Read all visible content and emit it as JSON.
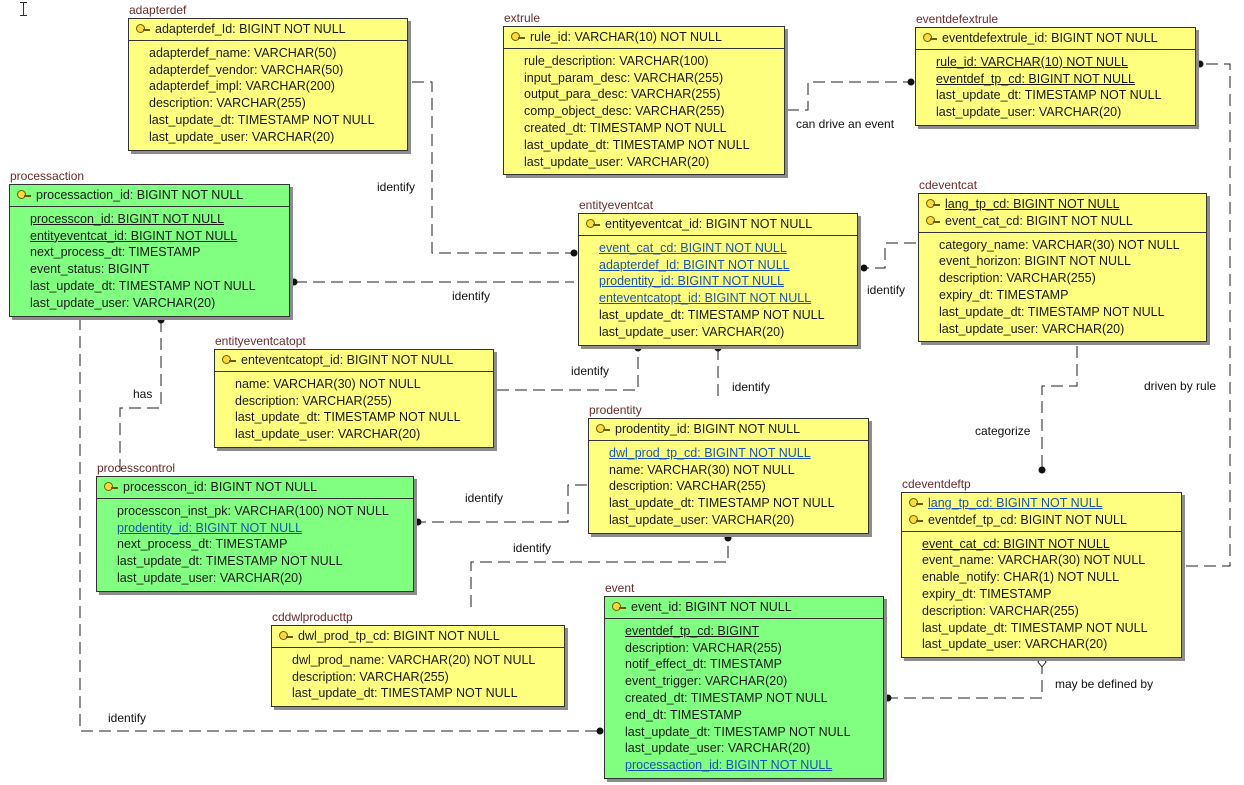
{
  "entities": {
    "adapterdef": {
      "name": "adapterdef",
      "pk": [
        "adapterdef_Id: BIGINT NOT NULL"
      ],
      "attrs": [
        {
          "text": "adapterdef_name: VARCHAR(50)"
        },
        {
          "text": "adapterdef_vendor: VARCHAR(50)"
        },
        {
          "text": "adapterdef_impl: VARCHAR(200)"
        },
        {
          "text": "description: VARCHAR(255)"
        },
        {
          "text": "last_update_dt: TIMESTAMP NOT NULL"
        },
        {
          "text": "last_update_user: VARCHAR(20)"
        }
      ]
    },
    "extrule": {
      "name": "extrule",
      "pk": [
        "rule_id: VARCHAR(10) NOT NULL"
      ],
      "attrs": [
        {
          "text": "rule_description: VARCHAR(100)"
        },
        {
          "text": "input_param_desc: VARCHAR(255)"
        },
        {
          "text": "output_para_desc: VARCHAR(255)"
        },
        {
          "text": "comp_object_desc: VARCHAR(255)"
        },
        {
          "text": "created_dt: TIMESTAMP NOT NULL"
        },
        {
          "text": "last_update_dt: TIMESTAMP NOT NULL"
        },
        {
          "text": "last_update_user: VARCHAR(20)"
        }
      ]
    },
    "eventdefextrule": {
      "name": "eventdefextrule",
      "pk": [
        "eventdefextrule_id: BIGINT NOT NULL"
      ],
      "attrs": [
        {
          "text": "rule_id: VARCHAR(10) NOT NULL",
          "fk": true
        },
        {
          "text": "eventdef_tp_cd: BIGINT NOT NULL",
          "fk": true
        },
        {
          "text": "last_update_dt: TIMESTAMP NOT NULL"
        },
        {
          "text": "last_update_user: VARCHAR(20)"
        }
      ]
    },
    "processaction": {
      "name": "processaction",
      "pk": [
        "processaction_id: BIGINT NOT NULL"
      ],
      "attrs": [
        {
          "text": "processcon_id: BIGINT NOT NULL",
          "fk": true
        },
        {
          "text": "entityeventcat_id: BIGINT NOT NULL",
          "fk": true
        },
        {
          "text": "next_process_dt: TIMESTAMP"
        },
        {
          "text": "event_status: BIGINT"
        },
        {
          "text": "last_update_dt: TIMESTAMP NOT NULL"
        },
        {
          "text": "last_update_user: VARCHAR(20)"
        }
      ]
    },
    "entityeventcat": {
      "name": "entityeventcat",
      "pk": [
        "entityeventcat_id: BIGINT NOT NULL"
      ],
      "attrs": [
        {
          "text": "event_cat_cd: BIGINT NOT NULL",
          "fk": true,
          "blue": true
        },
        {
          "text": "adapterdef_Id: BIGINT NOT NULL",
          "fk": true,
          "blue": true
        },
        {
          "text": "prodentity_id: BIGINT NOT NULL",
          "fk": true,
          "blue": true
        },
        {
          "text": "enteventcatopt_id: BIGINT NOT NULL",
          "fk": true,
          "blue": true
        },
        {
          "text": "last_update_dt: TIMESTAMP NOT NULL"
        },
        {
          "text": "last_update_user: VARCHAR(20)"
        }
      ]
    },
    "cdeventcat": {
      "name": "cdeventcat",
      "pk": [
        "lang_tp_cd: BIGINT NOT NULL",
        "event_cat_cd: BIGINT NOT NULL"
      ],
      "pk_fk": [
        true,
        false
      ],
      "attrs": [
        {
          "text": "category_name: VARCHAR(30) NOT NULL"
        },
        {
          "text": "event_horizon: BIGINT NOT NULL"
        },
        {
          "text": "description: VARCHAR(255)"
        },
        {
          "text": "expiry_dt: TIMESTAMP"
        },
        {
          "text": "last_update_dt: TIMESTAMP NOT NULL"
        },
        {
          "text": "last_update_user: VARCHAR(20)"
        }
      ]
    },
    "entityeventcatopt": {
      "name": "entityeventcatopt",
      "pk": [
        "enteventcatopt_id: BIGINT NOT NULL"
      ],
      "attrs": [
        {
          "text": "name: VARCHAR(30) NOT NULL"
        },
        {
          "text": "description: VARCHAR(255)"
        },
        {
          "text": "last_update_dt: TIMESTAMP NOT NULL"
        },
        {
          "text": "last_update_user: VARCHAR(20)"
        }
      ]
    },
    "prodentity": {
      "name": "prodentity",
      "pk": [
        "prodentity_id: BIGINT NOT NULL"
      ],
      "attrs": [
        {
          "text": "dwl_prod_tp_cd: BIGINT NOT NULL",
          "fk": true,
          "blue": true
        },
        {
          "text": "name: VARCHAR(30) NOT NULL"
        },
        {
          "text": "description: VARCHAR(255)"
        },
        {
          "text": "last_update_dt: TIMESTAMP NOT NULL"
        },
        {
          "text": "last_update_user: VARCHAR(20)"
        }
      ]
    },
    "processcontrol": {
      "name": "processcontrol",
      "pk": [
        "processcon_id: BIGINT NOT NULL"
      ],
      "attrs": [
        {
          "text": "processcon_inst_pk: VARCHAR(100) NOT NULL"
        },
        {
          "text": "prodentity_id: BIGINT NOT NULL",
          "fk": true,
          "blue": true
        },
        {
          "text": "next_process_dt: TIMESTAMP"
        },
        {
          "text": "last_update_dt: TIMESTAMP NOT NULL"
        },
        {
          "text": "last_update_user: VARCHAR(20)"
        }
      ]
    },
    "cdeventdeftp": {
      "name": "cdeventdeftp",
      "pk": [
        "lang_tp_cd: BIGINT NOT NULL",
        "eventdef_tp_cd: BIGINT NOT NULL"
      ],
      "pk_fk": [
        true,
        false
      ],
      "pk_blue": [
        true,
        false
      ],
      "attrs": [
        {
          "text": "event_cat_cd: BIGINT NOT NULL",
          "fk": true
        },
        {
          "text": "event_name: VARCHAR(30) NOT NULL"
        },
        {
          "text": "enable_notify: CHAR(1) NOT NULL"
        },
        {
          "text": "expiry_dt: TIMESTAMP"
        },
        {
          "text": "description: VARCHAR(255)"
        },
        {
          "text": "last_update_dt: TIMESTAMP NOT NULL"
        },
        {
          "text": "last_update_user: VARCHAR(20)"
        }
      ]
    },
    "cddwlproducttp": {
      "name": "cddwlproducttp",
      "pk": [
        "dwl_prod_tp_cd: BIGINT NOT NULL"
      ],
      "attrs": [
        {
          "text": "dwl_prod_name: VARCHAR(20) NOT NULL"
        },
        {
          "text": "description: VARCHAR(255)"
        },
        {
          "text": "last_update_dt: TIMESTAMP NOT NULL"
        }
      ]
    },
    "event": {
      "name": "event",
      "pk": [
        "event_id: BIGINT NOT NULL"
      ],
      "attrs": [
        {
          "text": "eventdef_tp_cd: BIGINT",
          "fk": true
        },
        {
          "text": "description: VARCHAR(255)"
        },
        {
          "text": "notif_effect_dt: TIMESTAMP"
        },
        {
          "text": "event_trigger: VARCHAR(20)"
        },
        {
          "text": "created_dt: TIMESTAMP NOT NULL"
        },
        {
          "text": "end_dt: TIMESTAMP"
        },
        {
          "text": "last_update_dt: TIMESTAMP NOT NULL"
        },
        {
          "text": "last_update_user: VARCHAR(20)"
        },
        {
          "text": "processaction_id: BIGINT NOT NULL",
          "fk": true,
          "blue": true
        }
      ]
    }
  },
  "relationships": {
    "identify_1": "identify",
    "identify_2": "identify",
    "identify_3": "identify",
    "identify_4": "identify",
    "identify_5": "identify",
    "identify_6": "identify",
    "identify_7": "identify",
    "identify_8": "identify",
    "can_drive": "can drive an event",
    "has": "has",
    "categorize": "categorize",
    "driven_by_rule": "driven by rule",
    "may_be_defined_by": "may be defined by"
  },
  "colors": {
    "table": "#ffff7f",
    "table_selected": "#80ff80",
    "name": "#6e2a2a",
    "fk_link": "#1a55b4"
  },
  "icons": {
    "primary_key": "key-icon",
    "cursor": "text-cursor-icon"
  }
}
